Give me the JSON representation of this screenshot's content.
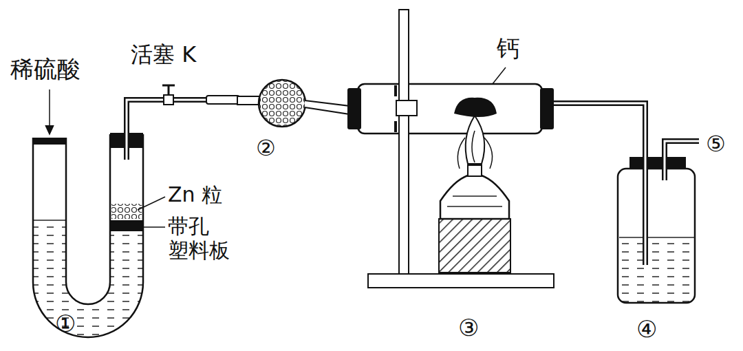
{
  "diagram": {
    "labels": [
      "稀硫酸",
      "活塞 K",
      "钙",
      "Zn 粒",
      "带孔 塑料板",
      "①",
      "②",
      "③",
      "④",
      "⑤"
    ]
  }
}
